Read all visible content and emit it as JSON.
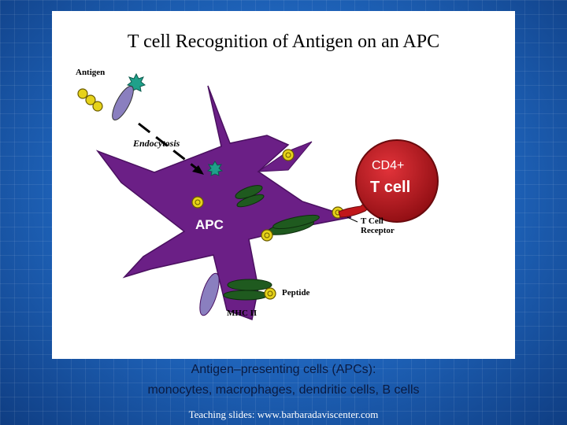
{
  "slide": {
    "title": "T cell Recognition of Antigen on an APC",
    "caption_line1": "Antigen–presenting cells (APCs):",
    "caption_line2": "monocytes, macrophages, dendritic cells, B cells",
    "credit": "Teaching slides: www.barbaradaviscenter.com"
  },
  "diagram": {
    "antigen_label": "Antigen",
    "endocytosis_label": "Endocytosis",
    "apc_label": "APC",
    "tcell_cd4_label": "CD4+",
    "tcell_label": "T cell",
    "tcr_label_line1": "T Cell",
    "tcr_label_line2": "Receptor",
    "peptide_label": "Peptide",
    "mhc_label": "MHC II"
  },
  "colors": {
    "apc": "#6b1f86",
    "tcell": "#c0161b",
    "mhc": "#1f5a1f",
    "peptide": "#e6d21a",
    "antigen": "#1fa08a",
    "background": "#1d5fb4"
  }
}
